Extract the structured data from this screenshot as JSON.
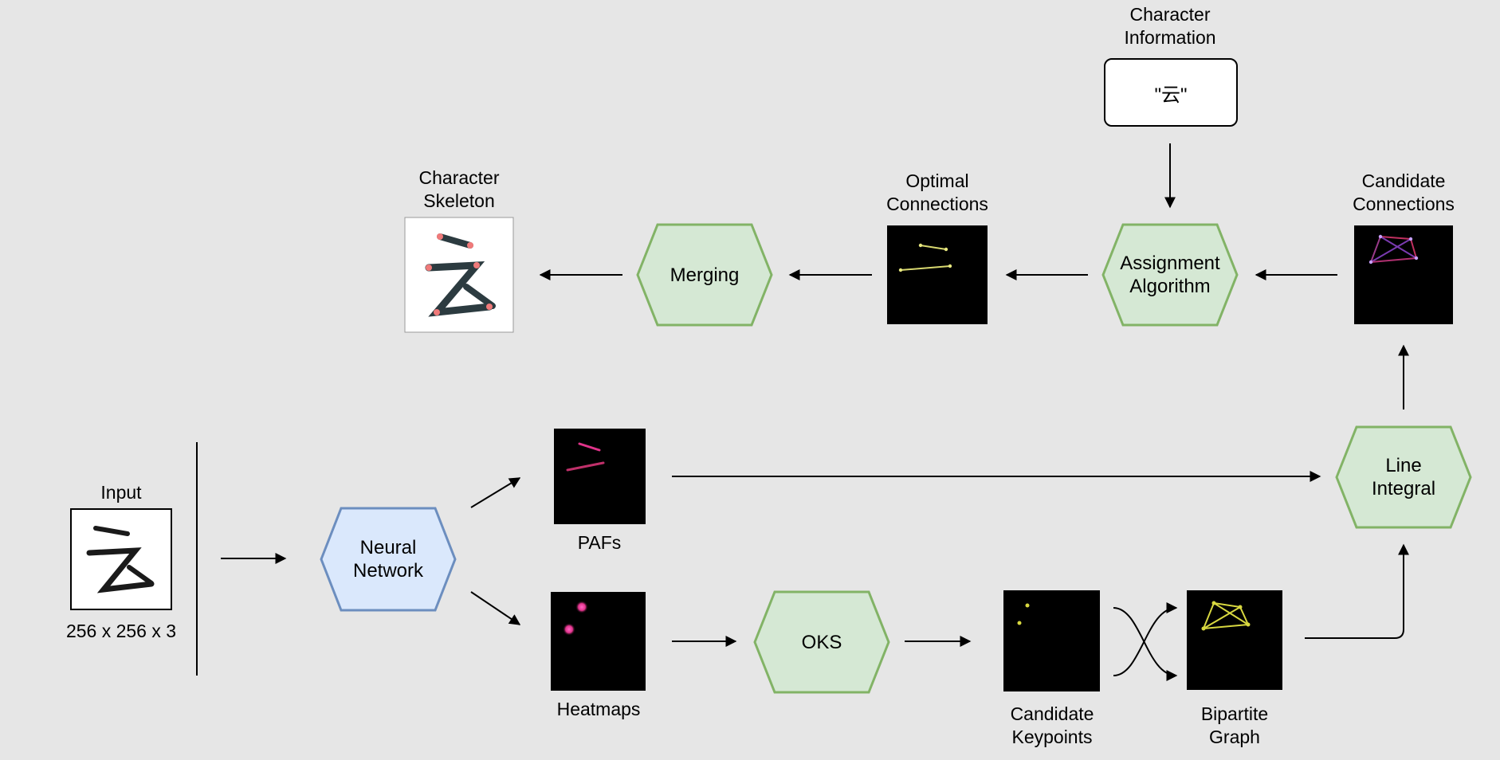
{
  "labels": {
    "input": "Input",
    "input_dims": "256 x 256 x 3",
    "pafs": "PAFs",
    "heatmaps": "Heatmaps",
    "candidate_keypoints": "Candidate\nKeypoints",
    "bipartite_graph": "Bipartite\nGraph",
    "candidate_connections": "Candidate\nConnections",
    "optimal_connections": "Optimal\nConnections",
    "character_skeleton": "Character\nSkeleton",
    "character_information": "Character\nInformation"
  },
  "nodes": {
    "neural_network": "Neural\nNetwork",
    "oks": "OKS",
    "line_integral": "Line\nIntegral",
    "assignment_algorithm": "Assignment\nAlgorithm",
    "merging": "Merging"
  },
  "info_box_text": "\"云\"",
  "glyph": "云",
  "colors": {
    "background": "#e6e6e6",
    "green_fill": "#d5e8d4",
    "green_stroke": "#82b366",
    "blue_fill": "#dae8fc",
    "blue_stroke": "#6c8ebf",
    "magenta": "#e0338a",
    "yellow": "#d8d840"
  }
}
